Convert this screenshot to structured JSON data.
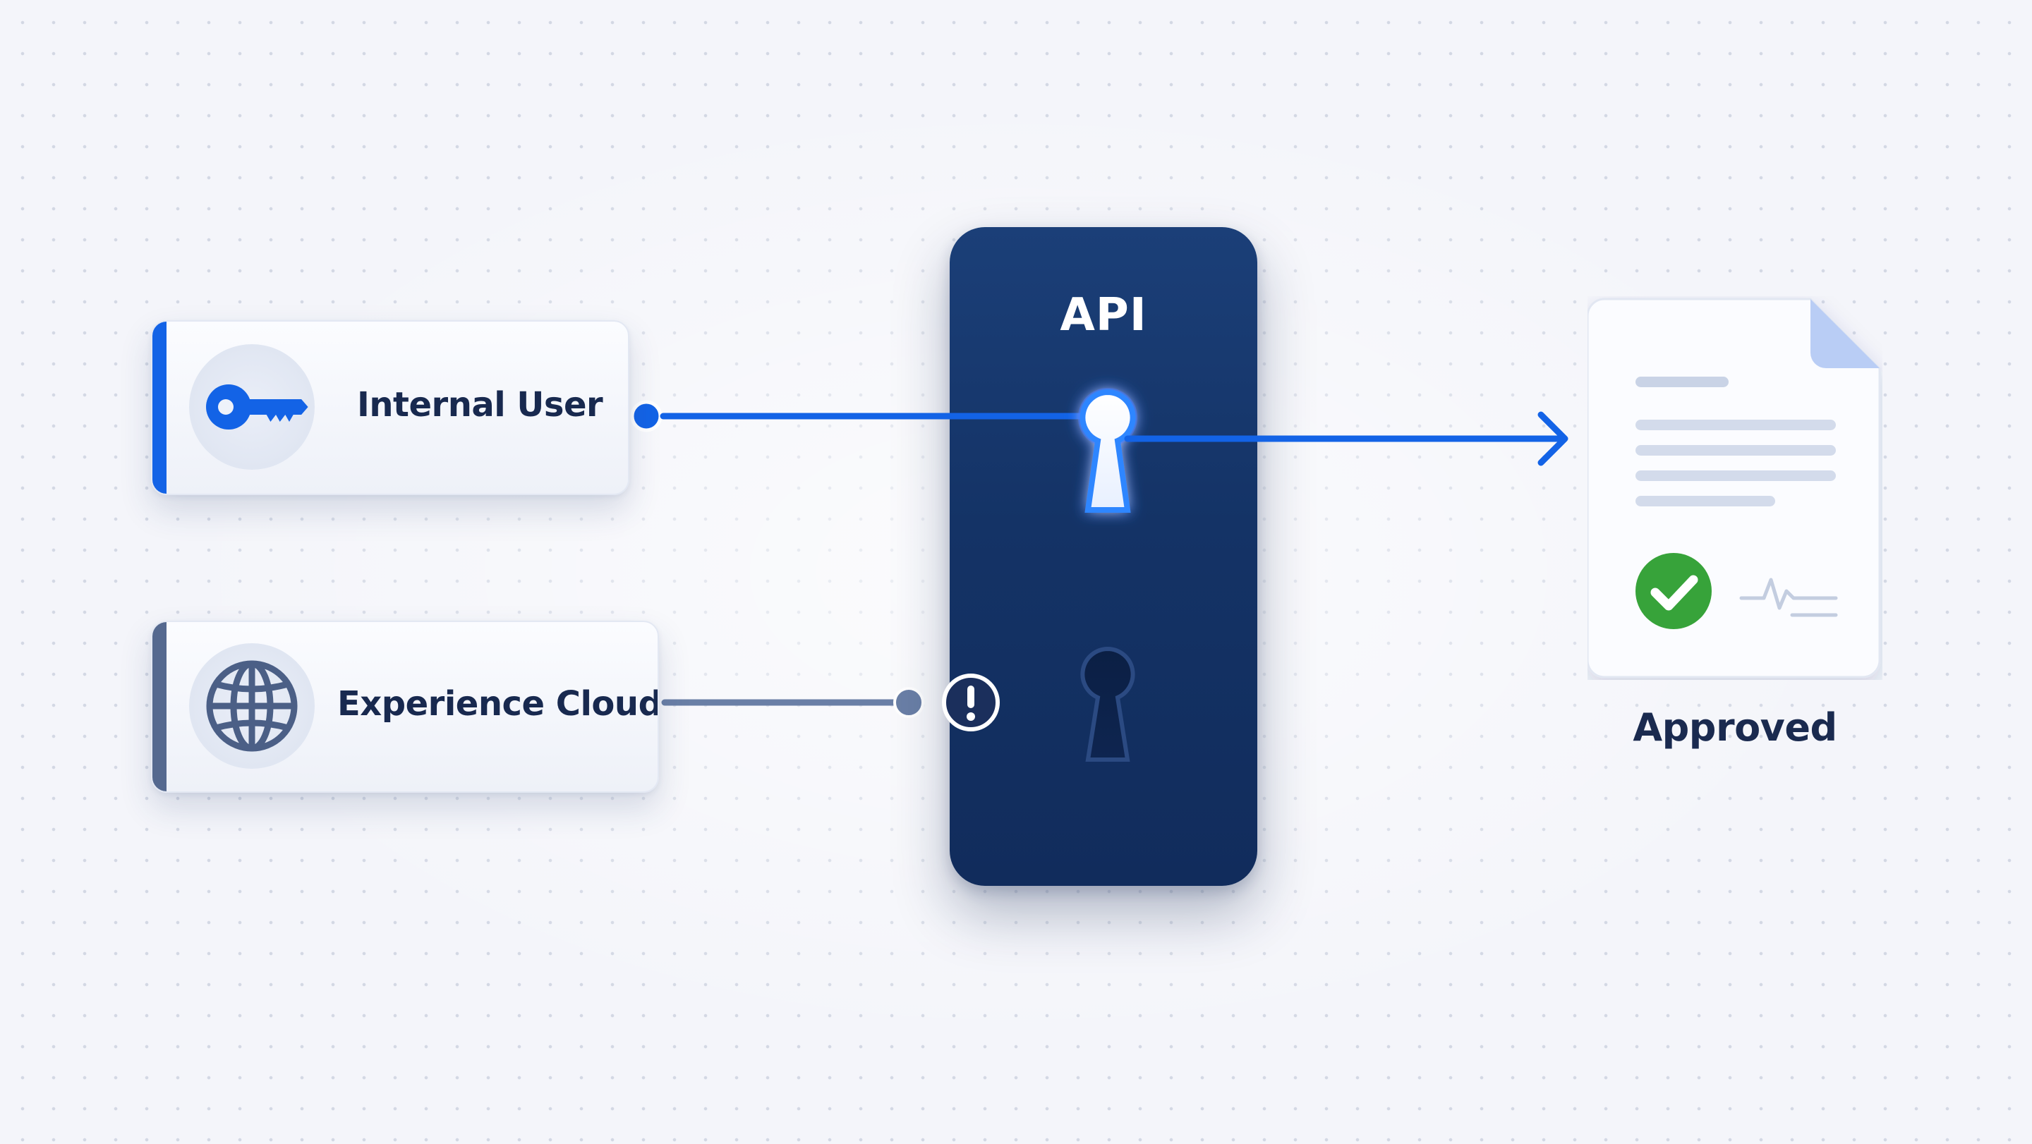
{
  "sources": {
    "internal": {
      "label": "Internal User",
      "icon": "key-icon",
      "accent": "#1363e6"
    },
    "experience": {
      "label": "Experience Cloud",
      "icon": "globe-icon",
      "accent": "#55698f"
    }
  },
  "gate": {
    "title": "API",
    "background": "#143366"
  },
  "result": {
    "label": "Approved",
    "icon": "document-icon",
    "status_icon": "checkmark-icon",
    "status_color": "#37a33a"
  },
  "colors": {
    "flow": "#1363e6",
    "blocked_flow": "#6a7fa6",
    "alert": "#1b2f5c"
  }
}
